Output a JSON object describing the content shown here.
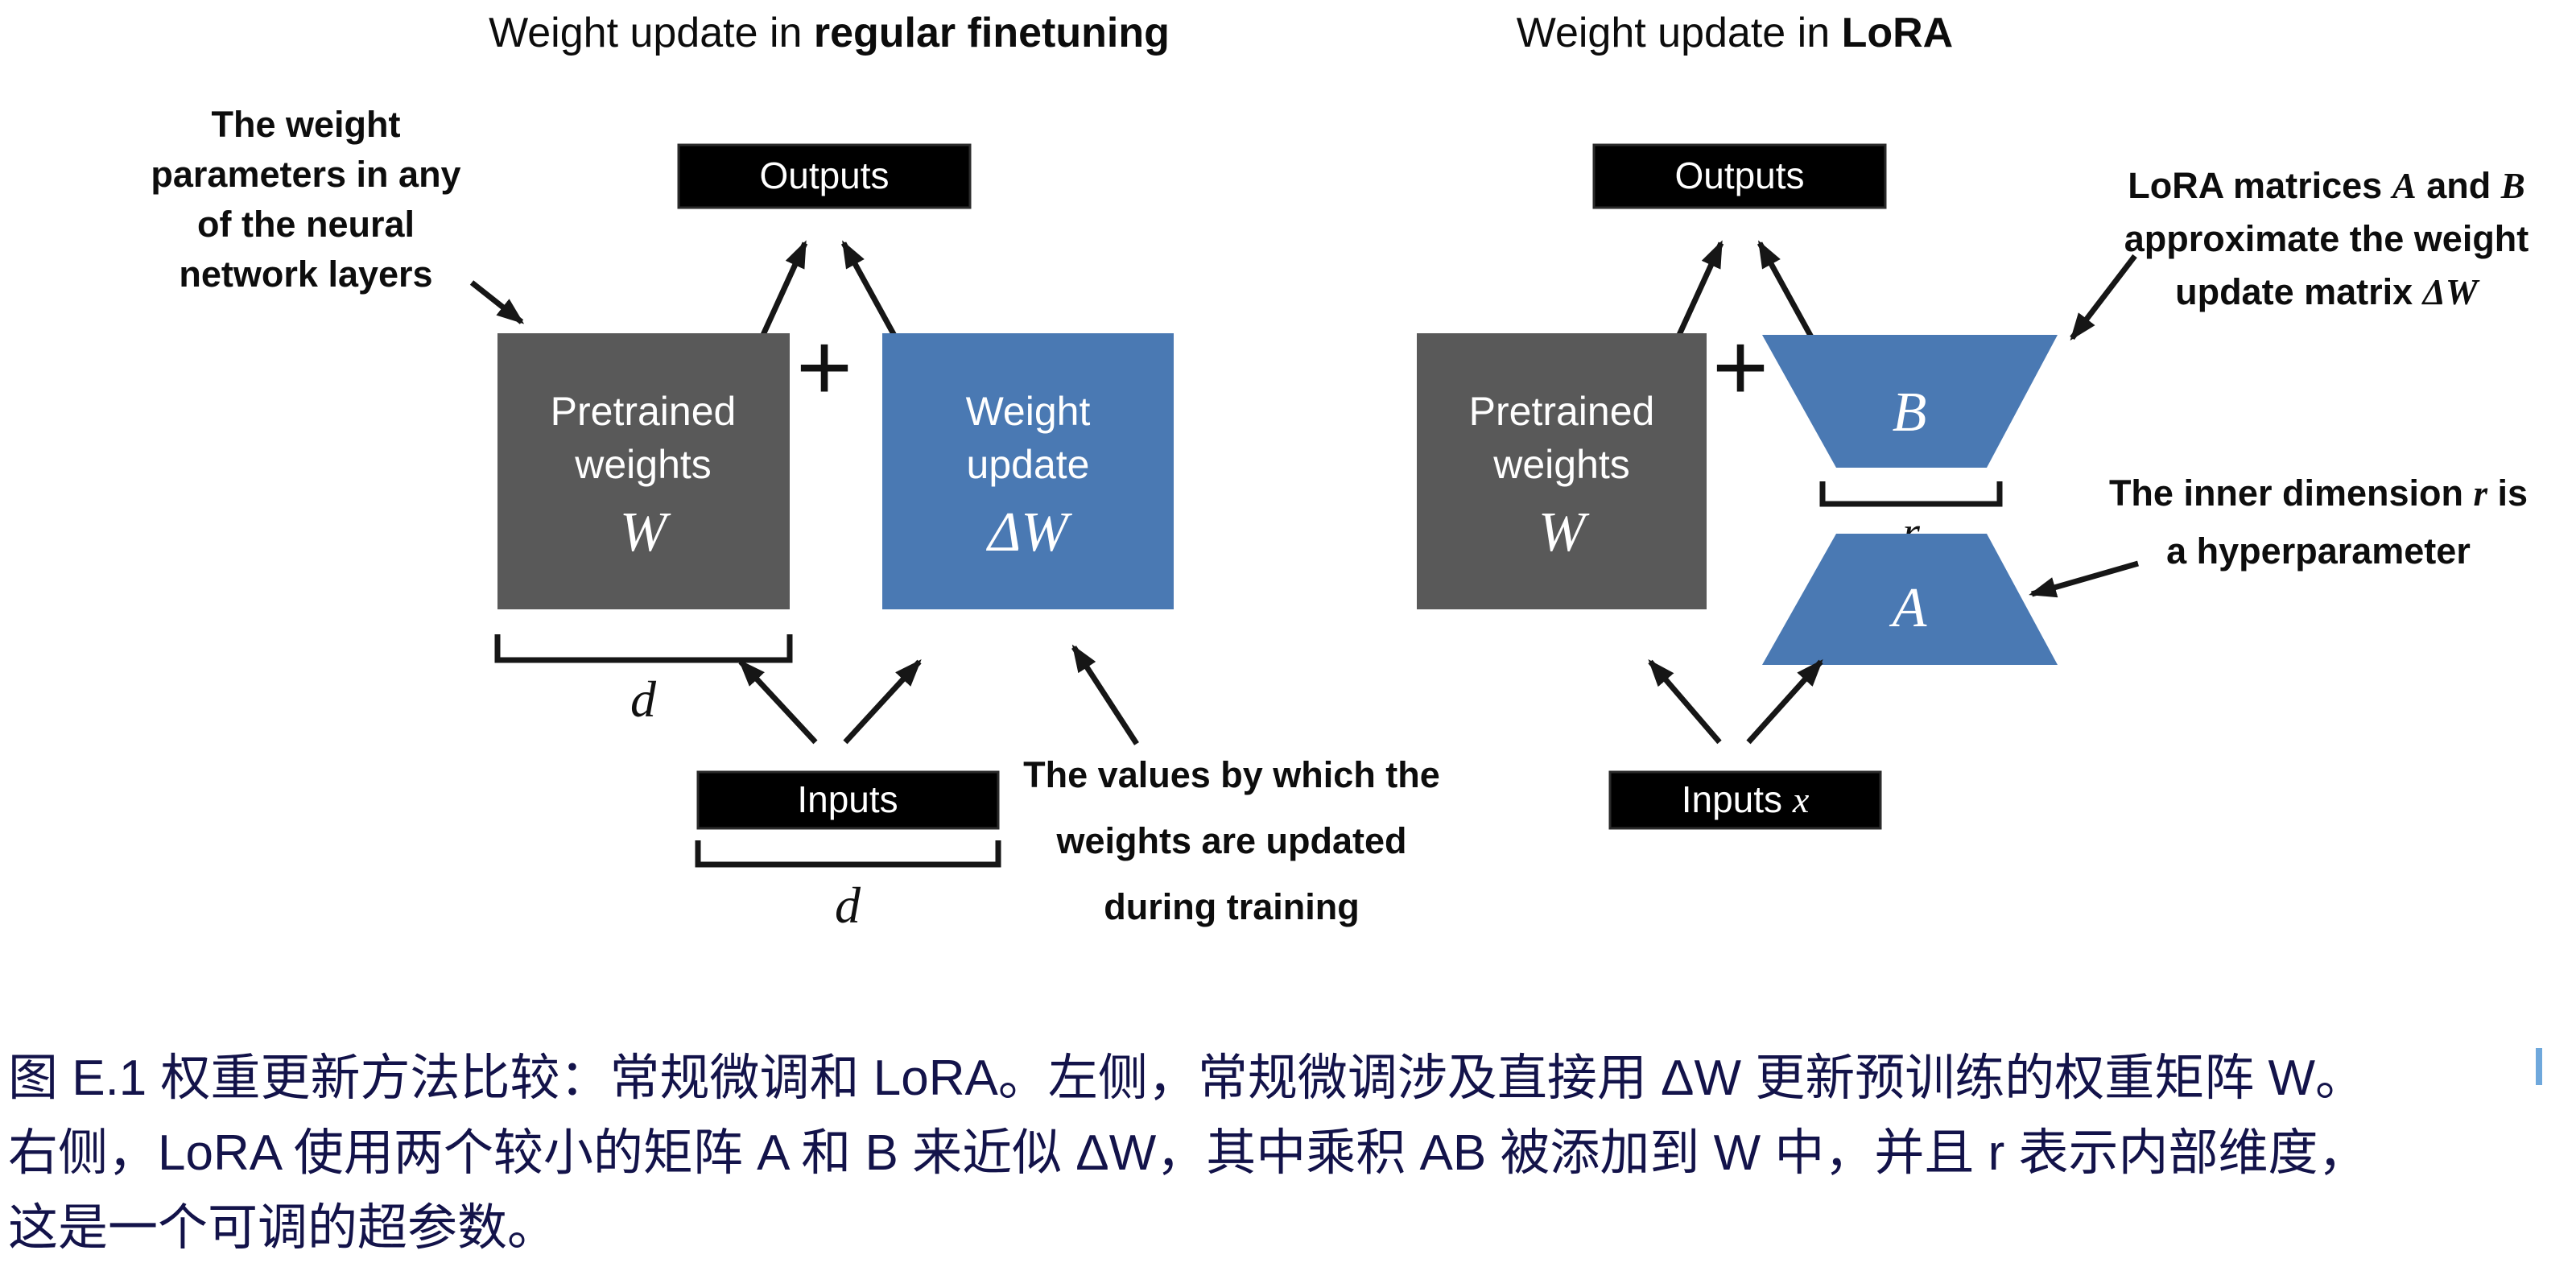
{
  "left": {
    "title": {
      "normal": "Weight update in ",
      "bold": "regular finetuning"
    },
    "note_params": {
      "lines": [
        "The weight",
        "parameters in any",
        "of the neural",
        "network layers"
      ]
    },
    "outputs_label": "Outputs",
    "plus_symbol": "+",
    "pretrained": {
      "line1": "Pretrained",
      "line2": "weights",
      "math": "W"
    },
    "weight_update": {
      "line1": "Weight",
      "line2": "update",
      "math": "ΔW"
    },
    "dim_top": "d",
    "inputs_label": "Inputs",
    "dim_bottom": "d",
    "note_values": {
      "lines": [
        "The values by which the",
        "weights are updated",
        "during training"
      ]
    }
  },
  "right": {
    "title": {
      "normal": "Weight update in ",
      "bold": "LoRA"
    },
    "outputs_label": "Outputs",
    "plus_symbol": "+",
    "pretrained": {
      "line1": "Pretrained",
      "line2": "weights",
      "math": "W"
    },
    "matrix_b": "B",
    "matrix_a": "A",
    "rank": "r",
    "inputs": {
      "text": "Inputs ",
      "math": "x"
    },
    "note_ab": {
      "l1a": "LoRA matrices ",
      "l1m1": "A",
      "l1b": " and ",
      "l1m2": "B",
      "l2": "approximate the weight",
      "l3a": "update matrix ",
      "l3m": "ΔW"
    },
    "note_r": {
      "l1a": "The inner dimension ",
      "l1m": "r",
      "l1b": " is",
      "l2": "a hyperparameter"
    }
  },
  "caption": {
    "lines": [
      "图 E.1 权重更新方法比较：常规微调和 LoRA。左侧，常规微调涉及直接用 ΔW 更新预训练的权重矩阵 W。",
      "右侧，LoRA 使用两个较小的矩阵 A 和 B 来近似 ΔW，其中乘积 AB 被添加到 W 中，并且 r 表示内部维度，",
      "这是一个可调的超参数。"
    ]
  },
  "colors": {
    "box_black": "#000000",
    "box_gray": "#595959",
    "box_blue": "#4a79b3",
    "caption_text": "#13134a",
    "cursor_blue": "#6fa8dc",
    "arrow": "#161616"
  }
}
